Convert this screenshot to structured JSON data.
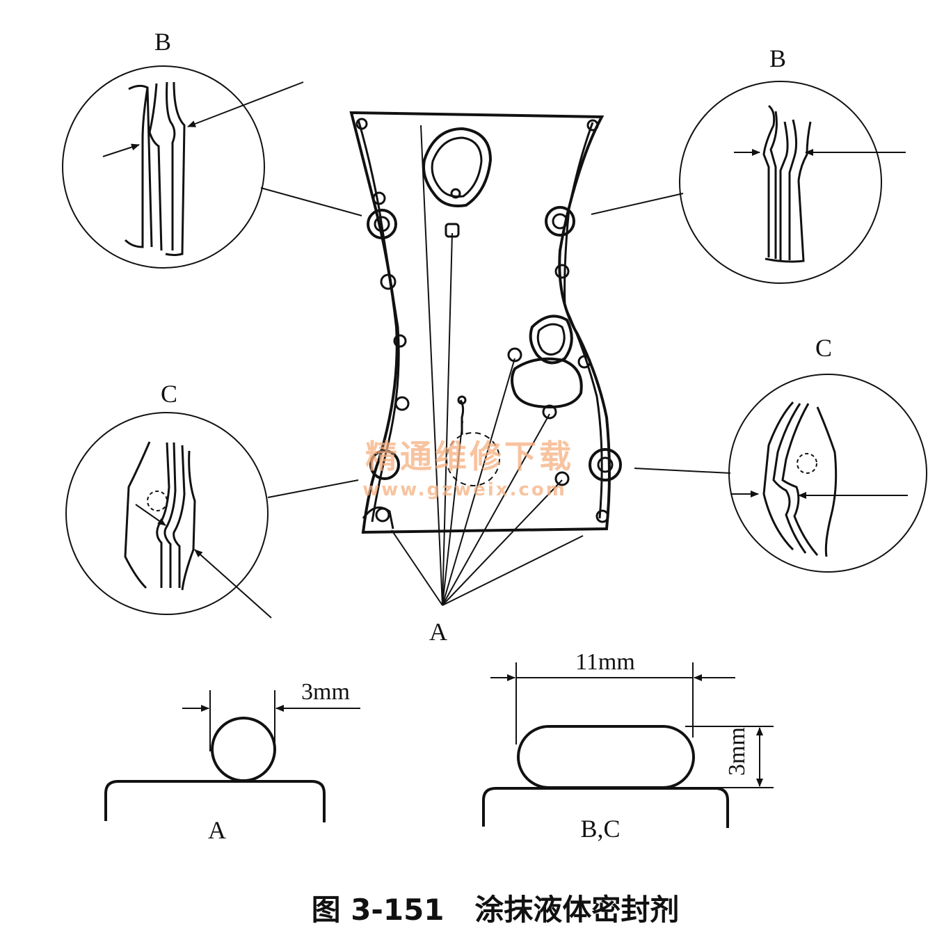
{
  "detail_labels": {
    "b_left": "B",
    "b_right": "B",
    "c_left": "C",
    "c_right": "C",
    "a_bottom": "A"
  },
  "bead_profiles": {
    "a_width": "3mm",
    "a_label": "A",
    "bc_width": "11mm",
    "bc_height": "3mm",
    "bc_label": "B,C"
  },
  "watermark": {
    "line1": "精通维修下载",
    "line2": "www.gzweix.com"
  },
  "caption": "图 3-151   涂抹液体密封剂"
}
